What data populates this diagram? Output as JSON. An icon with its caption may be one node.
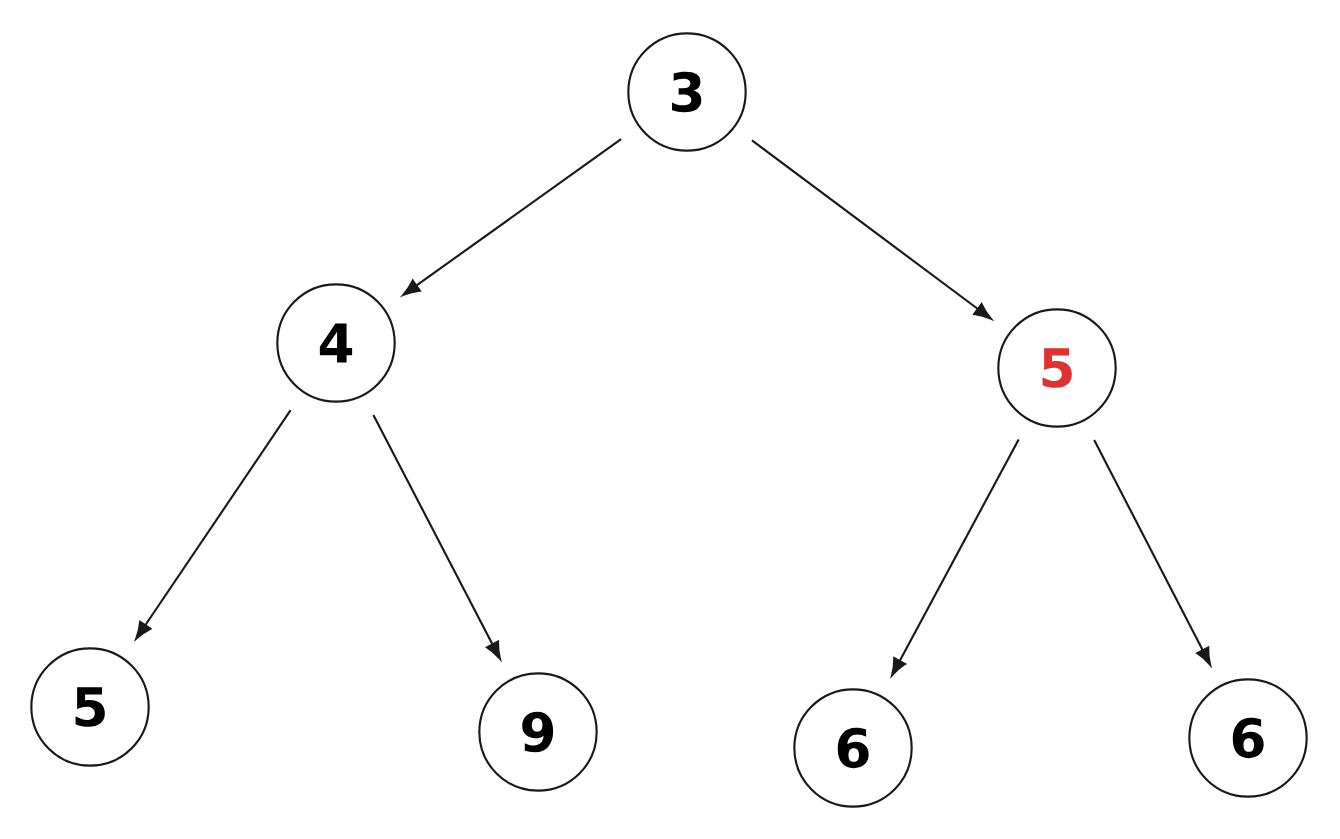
{
  "diagram": {
    "nodes": [
      {
        "text": [
          "3"
        ]
      },
      {
        "text": [
          "4"
        ]
      },
      {
        "text": [
          "5"
        ]
      },
      {
        "text": [
          "5"
        ]
      },
      {
        "text": [
          "9"
        ]
      },
      {
        "text": [
          "6"
        ]
      },
      {
        "text": [
          "6"
        ]
      }
    ],
    "edges": [
      {
        "from": 0,
        "to": 1,
        "arrow": "to"
      },
      {
        "from": 0,
        "to": 2,
        "arrow": "to"
      },
      {
        "from": 1,
        "to": 3,
        "arrow": "to"
      },
      {
        "from": 1,
        "to": 4,
        "arrow": "to"
      },
      {
        "from": 2,
        "to": 5,
        "arrow": "to"
      },
      {
        "from": 2,
        "to": 6,
        "arrow": "to"
      }
    ]
  }
}
